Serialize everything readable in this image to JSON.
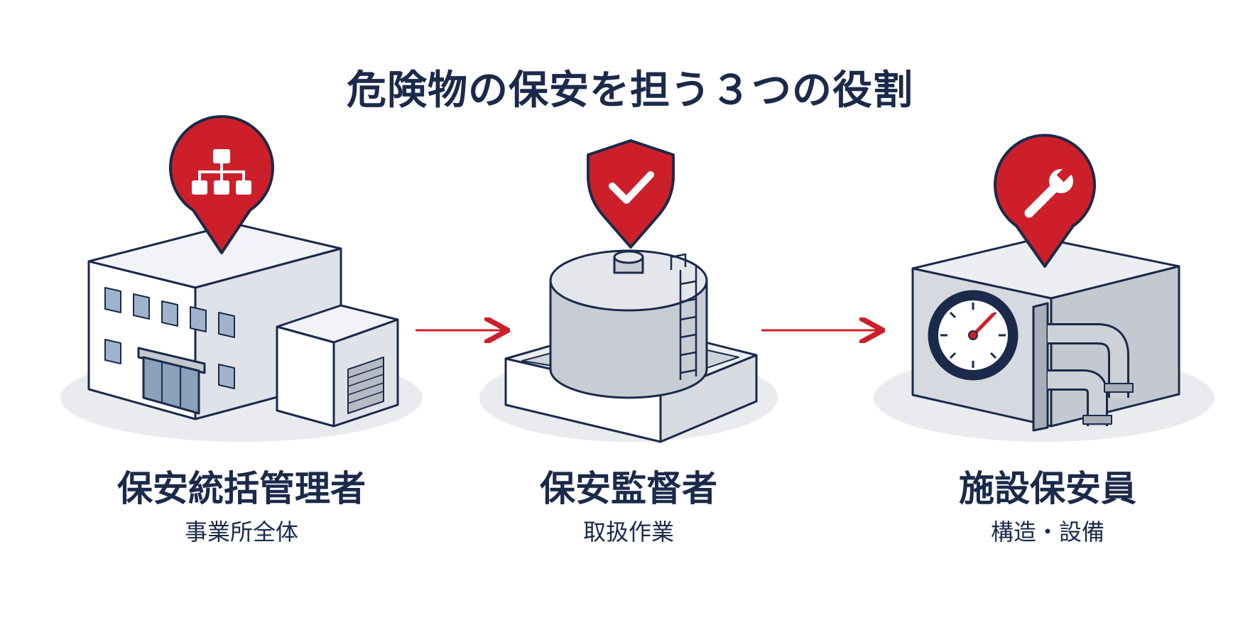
{
  "title": "危険物の保安を担う３つの役割",
  "colors": {
    "navy": "#1b2a4a",
    "accent_red": "#cc1f2a",
    "gray_light": "#e9ebef"
  },
  "roles": [
    {
      "name": "保安統括管理者",
      "scope": "事業所全体",
      "icon": "org-chart-icon",
      "illustration": "building"
    },
    {
      "name": "保安監督者",
      "scope": "取扱作業",
      "icon": "shield-check-icon",
      "illustration": "storage-tank"
    },
    {
      "name": "施設保安員",
      "scope": "構造・設備",
      "icon": "wrench-icon",
      "illustration": "equipment-gauge-pipes"
    }
  ]
}
